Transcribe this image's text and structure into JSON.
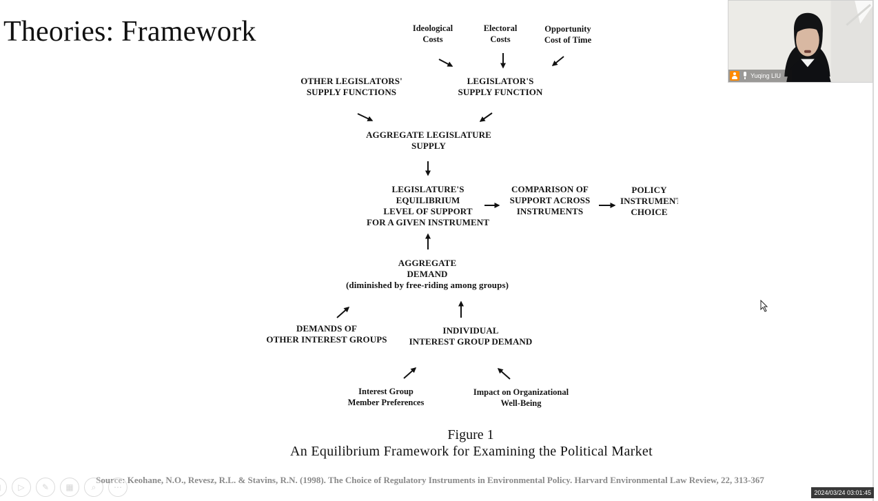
{
  "slide": {
    "title": "Theories: Framework"
  },
  "diagram": {
    "nodes": {
      "ideological_costs": "Ideological\nCosts",
      "electoral_costs": "Electoral\nCosts",
      "opportunity_cost": "Opportunity\nCost of Time",
      "other_legislators": "OTHER LEGISLATORS'\nSUPPLY FUNCTIONS",
      "legislator_supply": "LEGISLATOR'S\nSUPPLY FUNCTION",
      "aggregate_supply": "AGGREGATE LEGISLATURE\nSUPPLY",
      "equilibrium": "LEGISLATURE'S\nEQUILIBRIUM\nLEVEL OF SUPPORT\nFOR A GIVEN INSTRUMENT",
      "comparison": "COMPARISON OF\nSUPPORT ACROSS\nINSTRUMENTS",
      "policy_choice": "POLICY\nINSTRUMENT\nCHOICE",
      "aggregate_demand": "AGGREGATE\nDEMAND\n(diminished by free-riding among groups)",
      "other_interest_groups": "DEMANDS OF\nOTHER INTEREST GROUPS",
      "individual_demand": "INDIVIDUAL\nINTEREST GROUP DEMAND",
      "member_preferences": "Interest Group\nMember Preferences",
      "organizational_wellbeing": "Impact on Organizational\nWell-Being"
    },
    "figure_number": "Figure 1",
    "figure_caption": "An Equilibrium Framework for Examining the Political Market",
    "source": "Source: Keohane, N.O., Revesz, R.L. & Stavins, R.N. (1998). The Choice of Regulatory Instruments in Environmental Policy. Harvard Environmental Law Review, 22, 313-367"
  },
  "video": {
    "participant_name": "Yuqing LIU",
    "status_color": "#ff8a00"
  },
  "toolbar": {
    "icons": [
      "back-icon",
      "play-icon",
      "pen-icon",
      "slides-icon",
      "zoom-icon",
      "more-icon"
    ]
  },
  "timestamp": "2024/03/24 03:01:45"
}
